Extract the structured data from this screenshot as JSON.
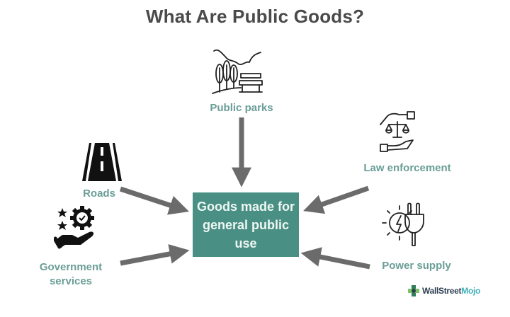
{
  "title": "What Are Public Goods?",
  "center": {
    "text": "Goods made for general public use"
  },
  "nodes": [
    {
      "id": "parks",
      "label": "Public parks",
      "icon": "park-bench-trees-icon"
    },
    {
      "id": "roads",
      "label": "Roads",
      "icon": "road-icon"
    },
    {
      "id": "government",
      "label": "Government services",
      "icon": "hand-gear-stars-icon"
    },
    {
      "id": "law",
      "label": "Law enforcement",
      "icon": "hands-scales-icon"
    },
    {
      "id": "power",
      "label": "Power supply",
      "icon": "plug-lightning-icon"
    }
  ],
  "logo": {
    "part1": "WallStreet",
    "part2": "Mojo"
  },
  "colors": {
    "accent": "#4a8f84",
    "label": "#6a9e97",
    "arrow": "#6b6b6b",
    "title": "#4a4a4a"
  }
}
